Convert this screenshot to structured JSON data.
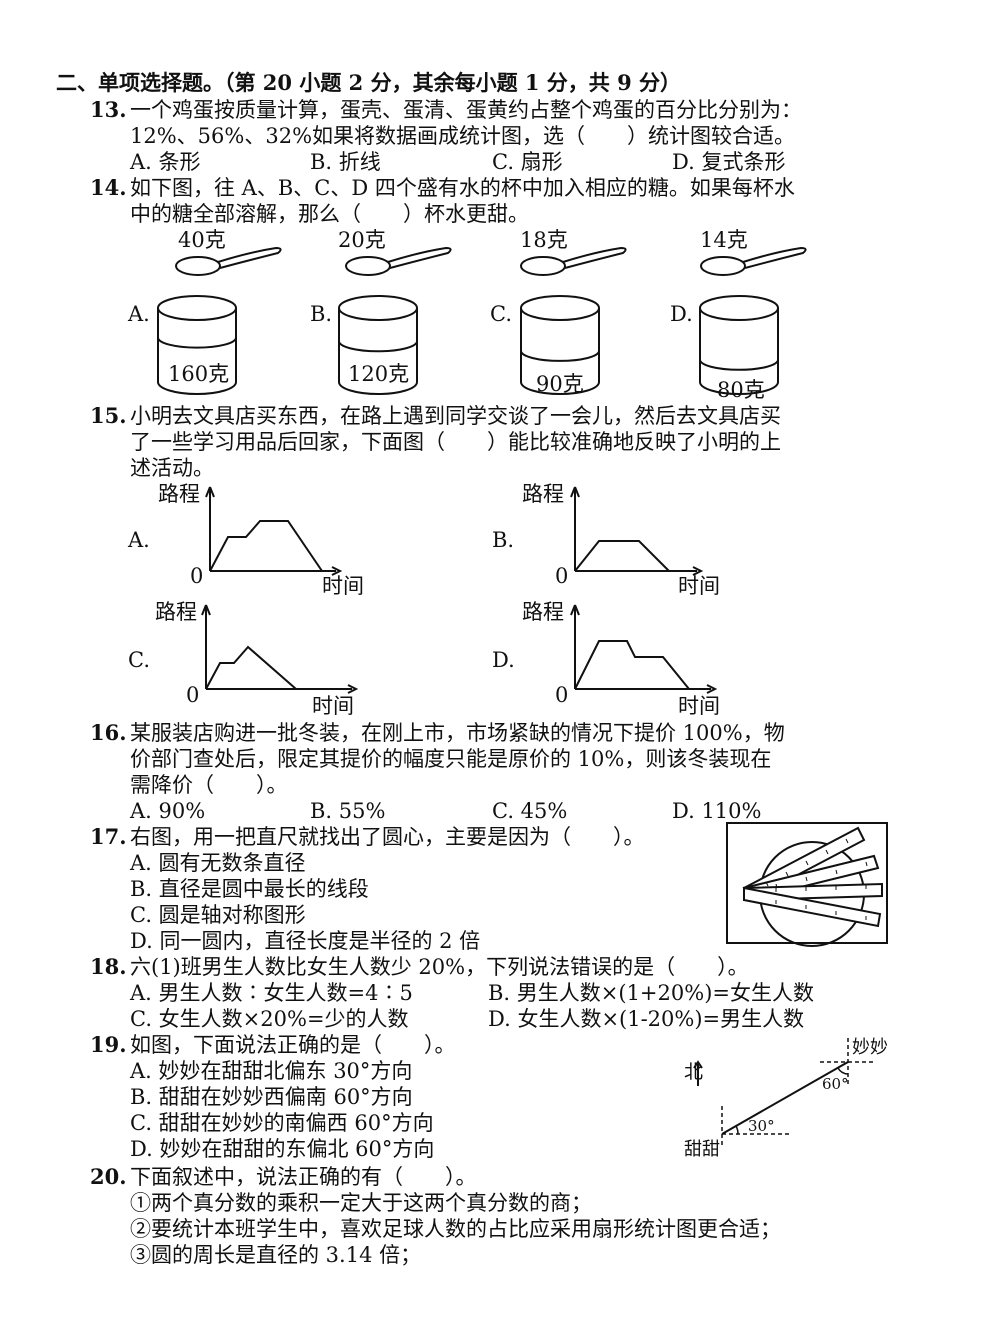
{
  "section": {
    "title": "二、单项选择题。（第 20 小题 2 分，其余每小题 1 分，共 9 分）"
  },
  "q13": {
    "num": "13.",
    "line1": "一个鸡蛋按质量计算，蛋壳、蛋清、蛋黄约占整个鸡蛋的百分比分别为：",
    "line2": "12%、56%、32%如果将数据画成统计图，选（　　）统计图较合适。",
    "options": [
      "A. 条形",
      "B. 折线",
      "C. 扇形",
      "D. 复式条形"
    ]
  },
  "q14": {
    "num": "14.",
    "line1": "如下图，往 A、B、C、D 四个盛有水的杯中加入相应的糖。如果每杯水",
    "line2": "中的糖全部溶解，那么（　　）杯水更甜。",
    "sugar": [
      "40克",
      "20克",
      "18克",
      "14克"
    ],
    "cups": [
      {
        "label": "A.",
        "water": "160克",
        "level": 0.6
      },
      {
        "label": "B.",
        "water": "120克",
        "level": 0.55
      },
      {
        "label": "C.",
        "water": "90克",
        "level": 0.42
      },
      {
        "label": "D.",
        "water": "80克",
        "level": 0.3
      }
    ]
  },
  "q15": {
    "num": "15.",
    "line1": "小明去文具店买东西，在路上遇到同学交谈了一会儿，然后去文具店买",
    "line2": "了一些学习用品后回家，下面图（　　）能比较准确地反映了小明的上",
    "line3": "述活动。",
    "graphs": [
      {
        "label": "A.",
        "ylabel": "路程",
        "xlabel": "时间",
        "origin": "0"
      },
      {
        "label": "B.",
        "ylabel": "路程",
        "xlabel": "时间",
        "origin": "0"
      },
      {
        "label": "C.",
        "ylabel": "路程",
        "xlabel": "时间",
        "origin": "0"
      },
      {
        "label": "D.",
        "ylabel": "路程",
        "xlabel": "时间",
        "origin": "0"
      }
    ]
  },
  "q16": {
    "num": "16.",
    "line1": "某服装店购进一批冬装，在刚上市，市场紧缺的情况下提价 100%，物",
    "line2": "价部门查处后，限定其提价的幅度只能是原价的 10%，则该冬装现在",
    "line3": "需降价（　　）。",
    "options": [
      "A. 90%",
      "B. 55%",
      "C. 45%",
      "D. 110%"
    ]
  },
  "q17": {
    "num": "17.",
    "line1": "右图，用一把直尺就找出了圆心，主要是因为（　　）。",
    "options": [
      "A. 圆有无数条直径",
      "B. 直径是圆中最长的线段",
      "C. 圆是轴对称图形",
      "D. 同一圆内，直径长度是半径的 2 倍"
    ]
  },
  "q18": {
    "num": "18.",
    "line1": "六(1)班男生人数比女生人数少 20%，下列说法错误的是（　　）。",
    "options": [
      "A. 男生人数∶女生人数=4∶5",
      "B. 男生人数×(1+20%)=女生人数",
      "C. 女生人数×20%=少的人数",
      "D. 女生人数×(1-20%)=男生人数"
    ]
  },
  "q19": {
    "num": "19.",
    "line1": "如图，下面说法正确的是（　　）。",
    "options": [
      "A. 妙妙在甜甜北偏东 30°方向",
      "B. 甜甜在妙妙西偏南 60°方向",
      "C. 甜甜在妙妙的南偏西 60°方向",
      "D. 妙妙在甜甜的东偏北 60°方向"
    ],
    "fig": {
      "north": "北",
      "top_name": "妙妙",
      "bottom_name": "甜甜",
      "angle_top": "60°",
      "angle_bottom": "30°"
    }
  },
  "q20": {
    "num": "20.",
    "line1": "下面叙述中，说法正确的有（　　）。",
    "items": [
      "①两个真分数的乘积一定大于这两个真分数的商；",
      "②要统计本班学生中，喜欢足球人数的占比应采用扇形统计图更合适；",
      "③圆的周长是直径的 3.14 倍；"
    ]
  }
}
